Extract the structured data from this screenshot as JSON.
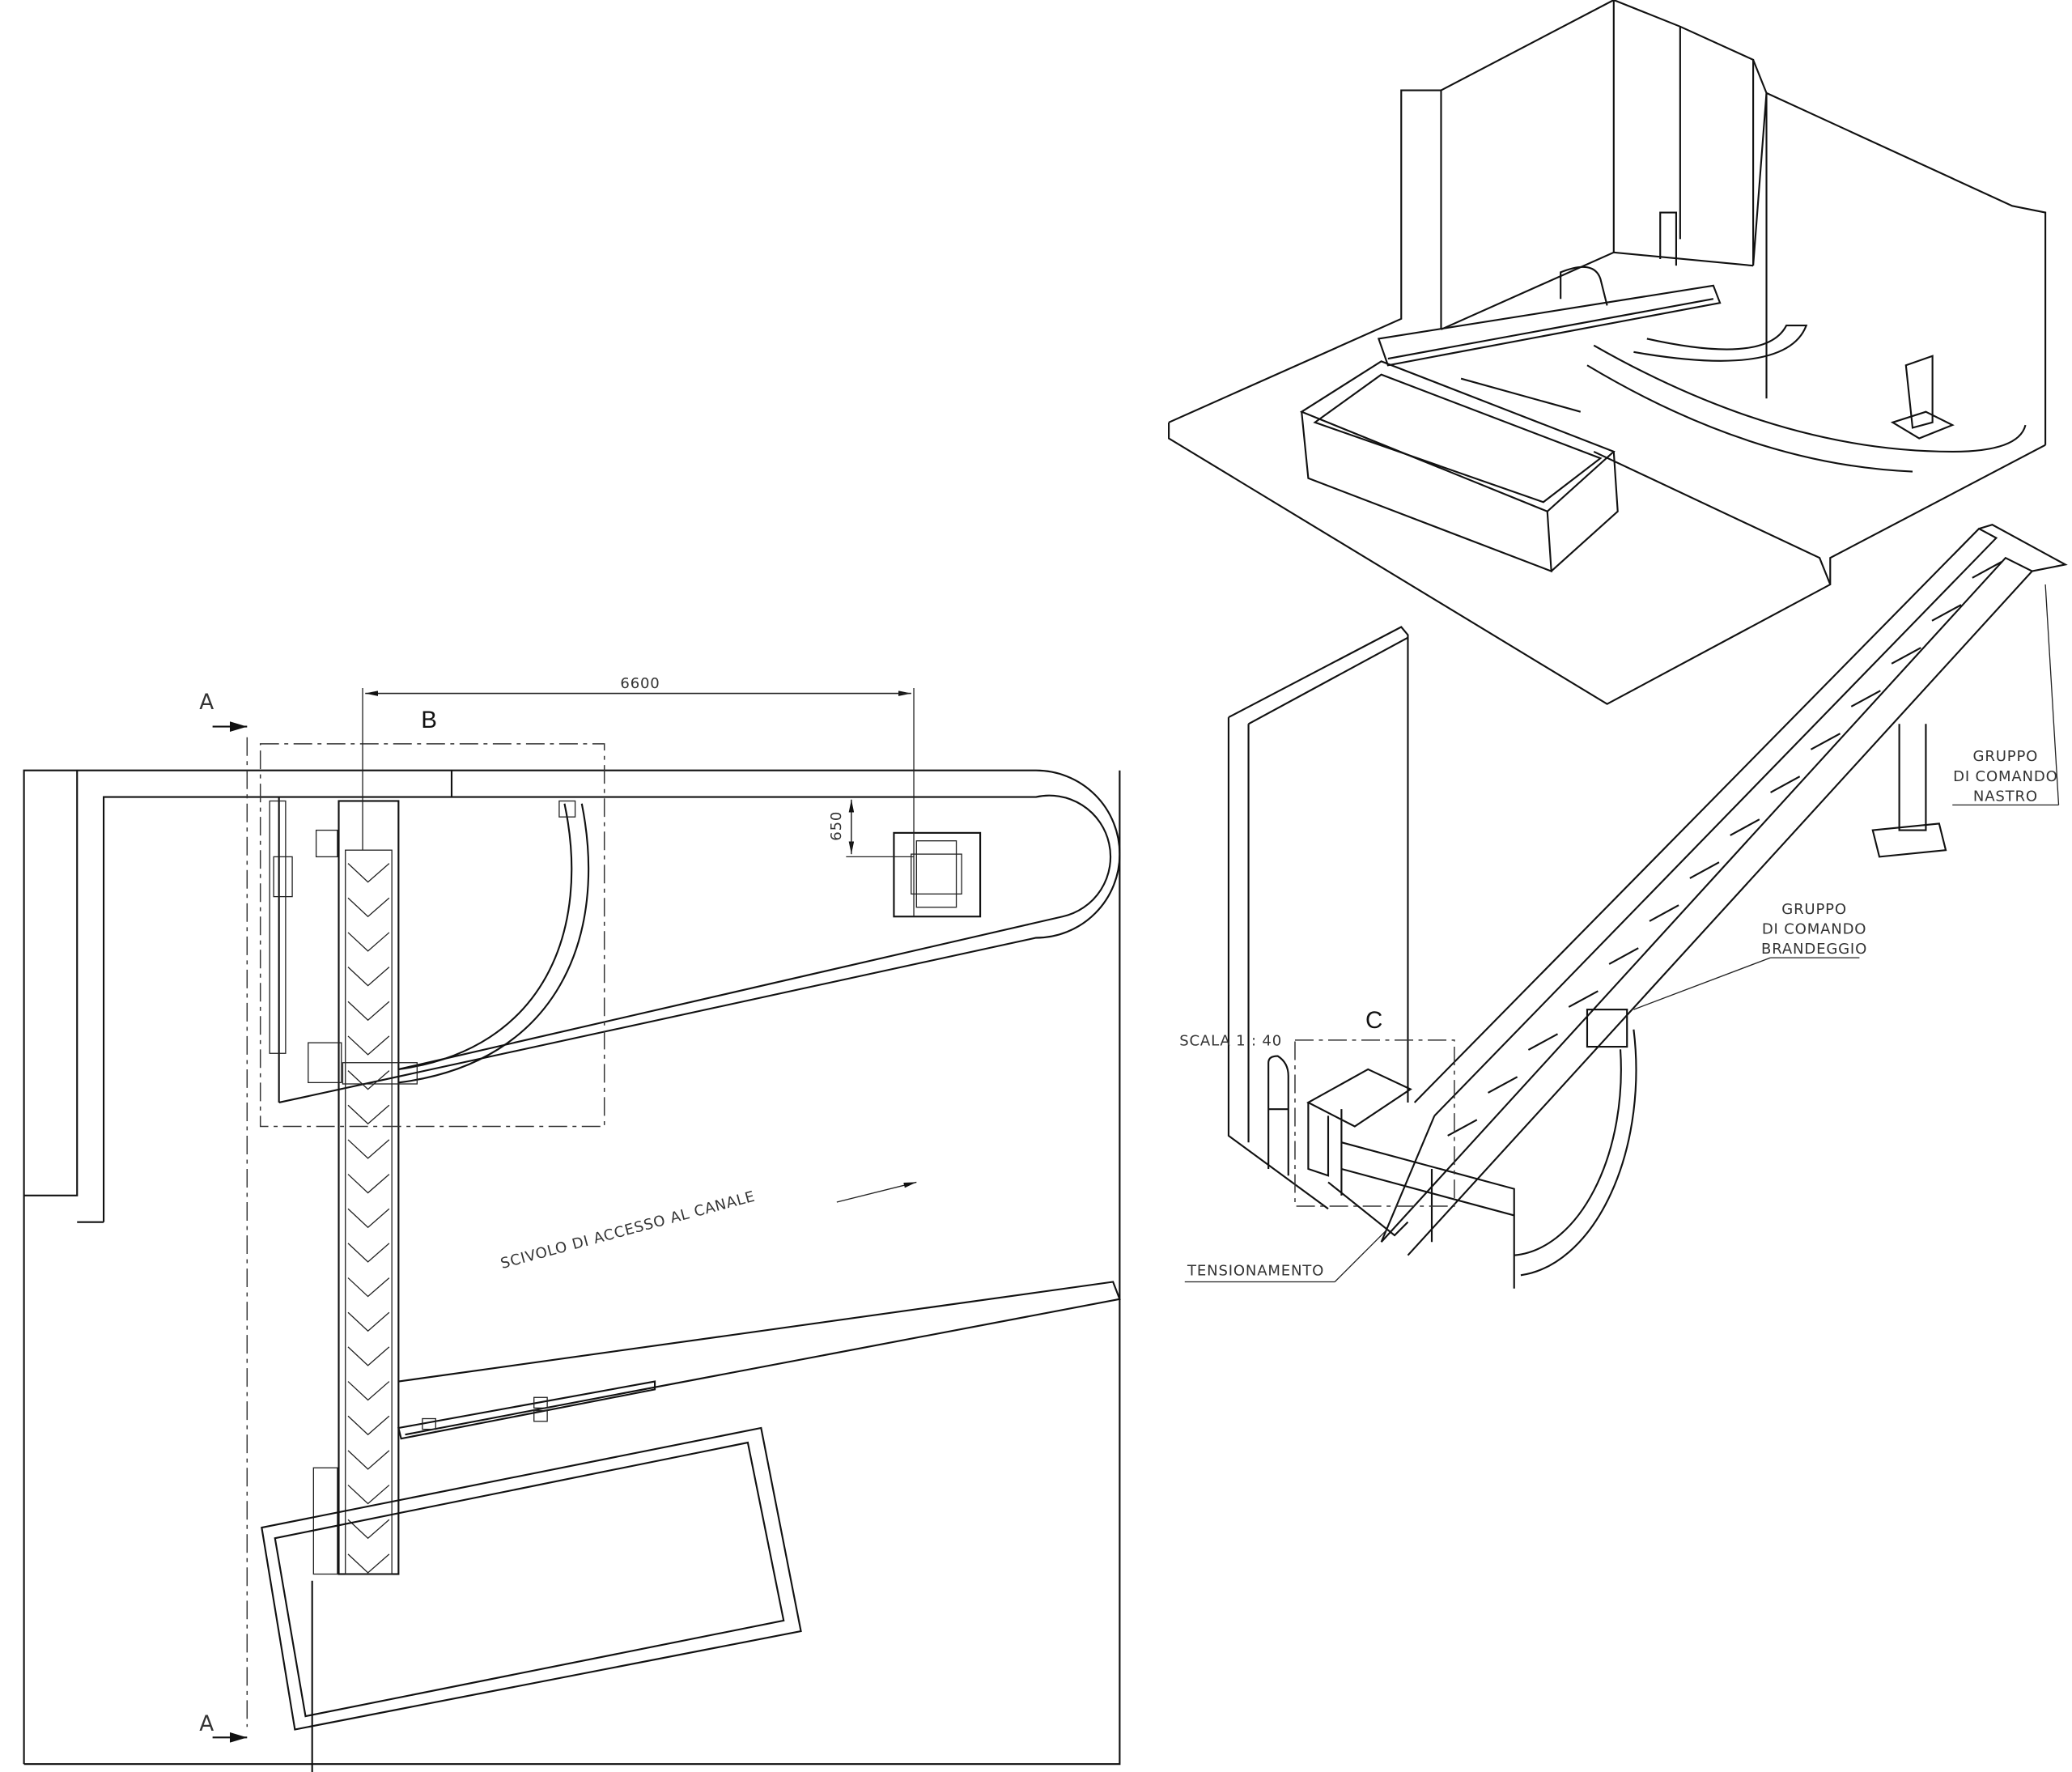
{
  "plan_view": {
    "section_marker_top": "A",
    "section_marker_bottom": "A",
    "detail_label": "B",
    "dimension_width": "6600",
    "dimension_offset": "650",
    "slope_label": "SCIVOLO DI ACCESSO AL CANALE"
  },
  "iso_view": {
    "detail_label": "C",
    "scale_label": "SCALA 1 : 40",
    "drive_group_belt": [
      "GRUPPO",
      "DI COMANDO",
      "NASTRO"
    ],
    "drive_group_slew": [
      "GRUPPO",
      "DI COMANDO",
      "BRANDEGGIO"
    ],
    "tensioning_label": "TENSIONAMENTO"
  }
}
